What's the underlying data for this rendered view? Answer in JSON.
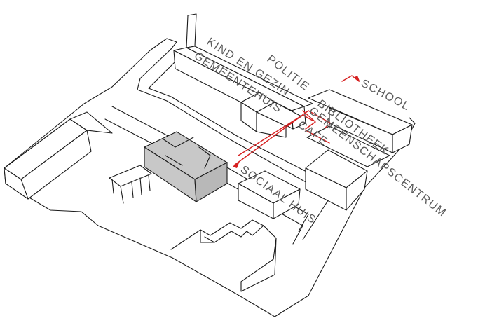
{
  "labels": {
    "kind_en_gezin": "KIND EN GEZIN",
    "gemeentehuis": "GEMEENTEHUIS",
    "politie": "POLITIE",
    "school": "SCHOOL",
    "bibliotheek": "BIBLIOTHEEK",
    "gemeenschapscentrum": "GEMEENSCHAPSCENTRUM",
    "cafe": "CAFE",
    "sociaal_huis": "SOCIAAL HUIS"
  },
  "colors": {
    "line": "#1a1a1a",
    "highlight_building": "#c8c8c8",
    "connection_arrow": "#d62020",
    "label_text": "#5a5a5a"
  }
}
